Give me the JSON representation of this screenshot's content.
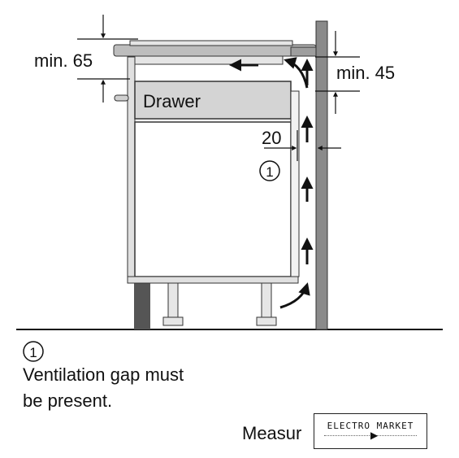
{
  "diagram": {
    "label_min_top": "min. 65",
    "label_min_wall": "min. 45",
    "label_drawer": "Drawer",
    "label_gap": "20",
    "marker_circle": "1"
  },
  "note": {
    "marker": "1",
    "line1": "Ventilation gap must",
    "line2": "be present."
  },
  "footer": {
    "measure_text": "Measur",
    "brand_name": "ELECTRO MARKET"
  }
}
